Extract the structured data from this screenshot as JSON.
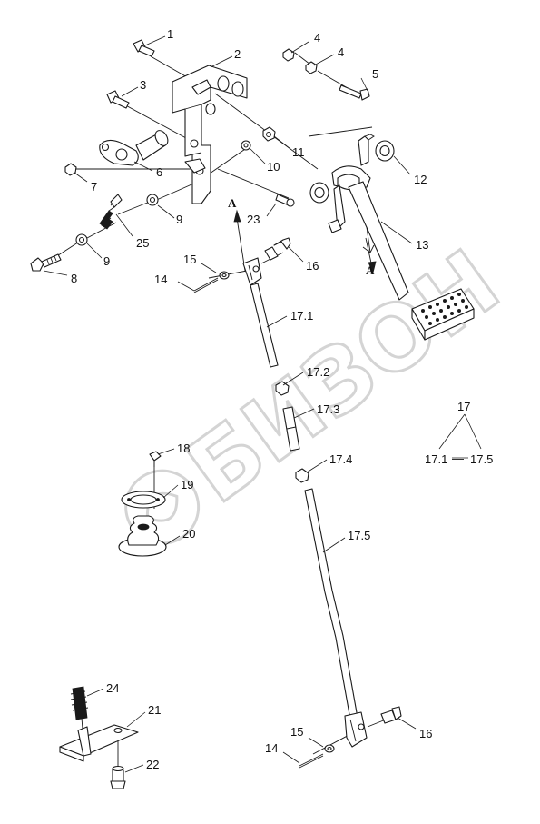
{
  "watermark": {
    "text": "БИЗОН",
    "color": "#d4d4d4"
  },
  "labels": {
    "p1": "1",
    "p2": "2",
    "p3": "3",
    "p4a": "4",
    "p4b": "4",
    "p5": "5",
    "p6": "6",
    "p7": "7",
    "p8": "8",
    "p9a": "9",
    "p9b": "9",
    "p10": "10",
    "p11": "11",
    "p12": "12",
    "p13": "13",
    "p14a": "14",
    "p14b": "14",
    "p15a": "15",
    "p15b": "15",
    "p16a": "16",
    "p16b": "16",
    "p17_1": "17.1",
    "p17_2": "17.2",
    "p17_3": "17.3",
    "p17_4": "17.4",
    "p17_5": "17.5",
    "p18": "18",
    "p19": "19",
    "p20": "20",
    "p21": "21",
    "p22": "22",
    "p23": "23",
    "p24": "24",
    "p25": "25"
  },
  "view_marks": {
    "a1": "A",
    "a2": "A"
  },
  "assembly_legend": {
    "parent": "17",
    "from": "17.1",
    "to": "17.5",
    "dash": "—"
  }
}
